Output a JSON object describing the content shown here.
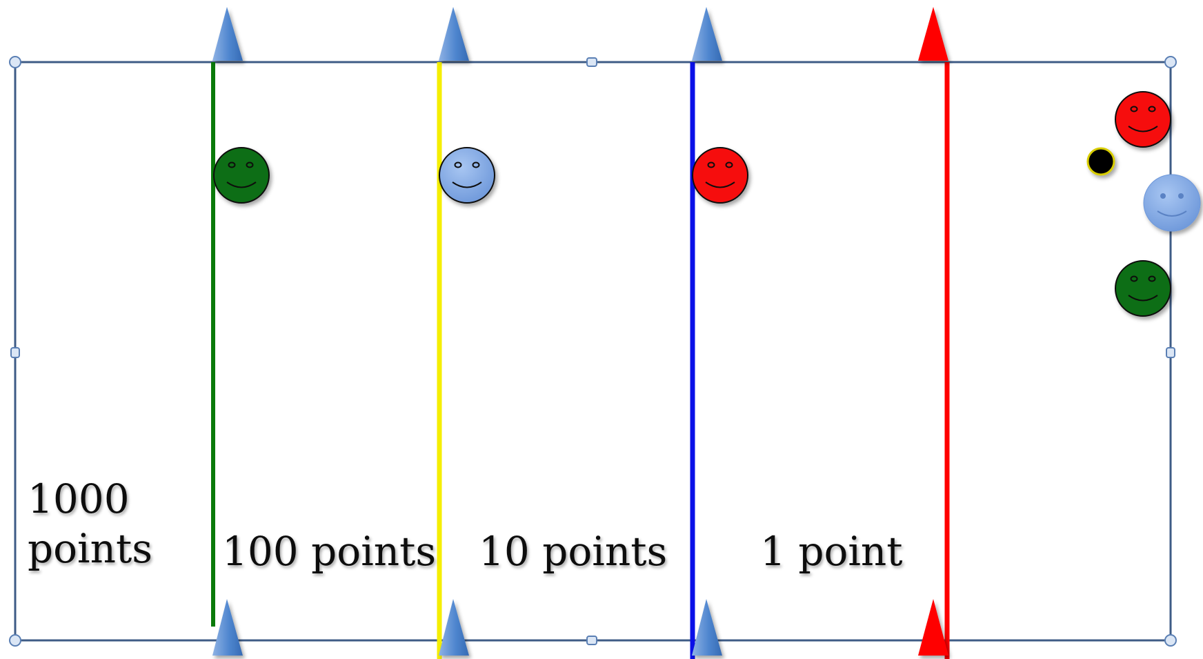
{
  "diagram": {
    "zones": [
      {
        "id": "zone-1000",
        "label_lines": [
          "1000",
          "points"
        ]
      },
      {
        "id": "zone-100",
        "label_lines": [
          "100 points"
        ]
      },
      {
        "id": "zone-10",
        "label_lines": [
          "10 points"
        ]
      },
      {
        "id": "zone-1",
        "label_lines": [
          "1 point"
        ]
      }
    ],
    "lines": [
      {
        "id": "green-line",
        "color": "#0a7a0a"
      },
      {
        "id": "yellow-line",
        "color": "#f5ee00"
      },
      {
        "id": "blue-line",
        "color": "#0a10e8"
      },
      {
        "id": "red-line",
        "color": "#ff0000"
      }
    ],
    "colors": {
      "cone_blue": "#4f86cf",
      "cone_red": "#ff0000",
      "border": "#3e5b86",
      "smiley_green": "#0b6e12",
      "smiley_light_blue": "#7fa7e6",
      "smiley_red": "#f60d0d",
      "ball": "#050505"
    },
    "players": [
      {
        "id": "green-smiley-on-green-line",
        "color": "smiley_green"
      },
      {
        "id": "light-blue-smiley-on-yellow-line",
        "color": "smiley_light_blue"
      },
      {
        "id": "red-smiley-on-blue-line",
        "color": "smiley_red"
      },
      {
        "id": "red-smiley-right",
        "color": "smiley_red"
      },
      {
        "id": "light-blue-smiley-right",
        "color": "smiley_light_blue"
      },
      {
        "id": "green-smiley-right",
        "color": "smiley_green"
      }
    ],
    "ball": {
      "id": "black-ball"
    }
  }
}
